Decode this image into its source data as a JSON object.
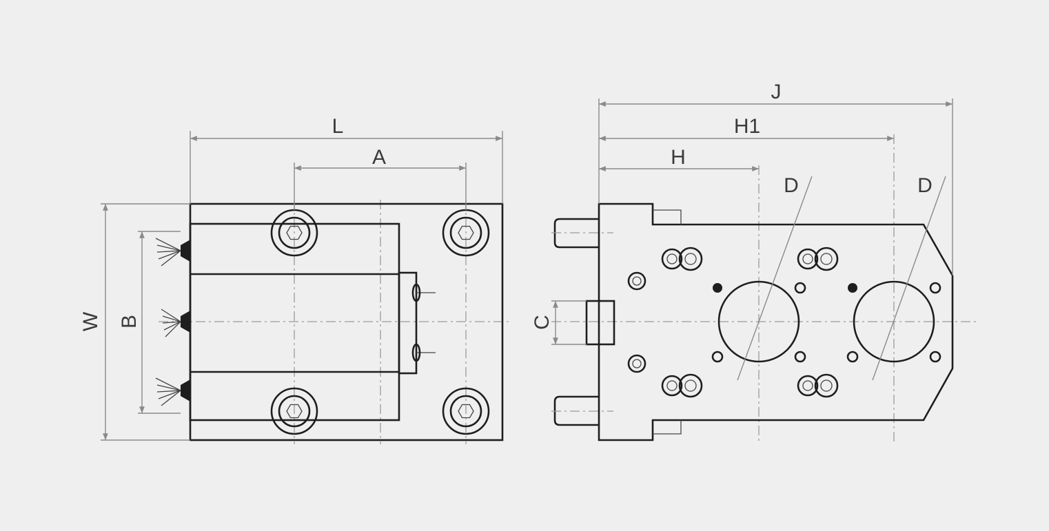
{
  "colors": {
    "background": "#efefef",
    "line": "#1e1e1e",
    "dimension": "#8a8a8a",
    "label": "#3a3a3a"
  },
  "left_view": {
    "dimensions": {
      "length": "L",
      "hole_spacing": "A",
      "width": "W",
      "coolant_spacing": "B"
    }
  },
  "right_view": {
    "dimensions": {
      "overall": "J",
      "second_bore": "H1",
      "first_bore": "H",
      "shank": "C",
      "bore_diameter_1": "D",
      "bore_diameter_2": "D"
    }
  }
}
